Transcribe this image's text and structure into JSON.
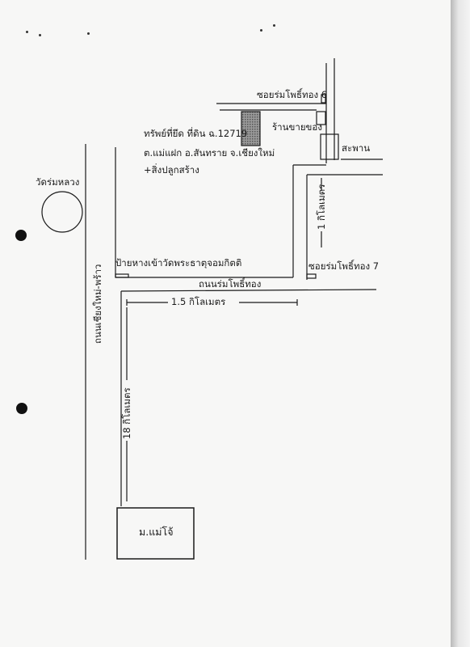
{
  "map": {
    "labels": {
      "wat_rom_luang": "วัดร่มหลวง",
      "soi_6": "ซอยร่มโพธิ์ทอง 6",
      "shop": "ร้านขายของ",
      "bridge": "สะพาน",
      "property_line1": "ทรัพย์ที่ยึด ที่ดิน ฉ.12719",
      "property_line2": "ต.แม่แฝก อ.สันทราย จ.เชียงใหม่",
      "property_line3": "+สิ่งปลูกสร้าง",
      "dist_1km": "1 กิโลเมตร",
      "soi_7": "ซอยร่มโพธิ์ทอง 7",
      "wat_sign": "ป้ายหางเข้าวัดพระธาตุจอมกิตติ",
      "road_rom_pho_thong": "ถนนร่มโพธิ์ทอง",
      "dist_1_5km": "1.5 กิโลเมตร",
      "road_cm_phrao": "ถนนเชียงใหม่-พร้าว",
      "dist_18km": "18 กิโลเมตร",
      "mae_jo": "ม.แม่โจ้"
    }
  }
}
